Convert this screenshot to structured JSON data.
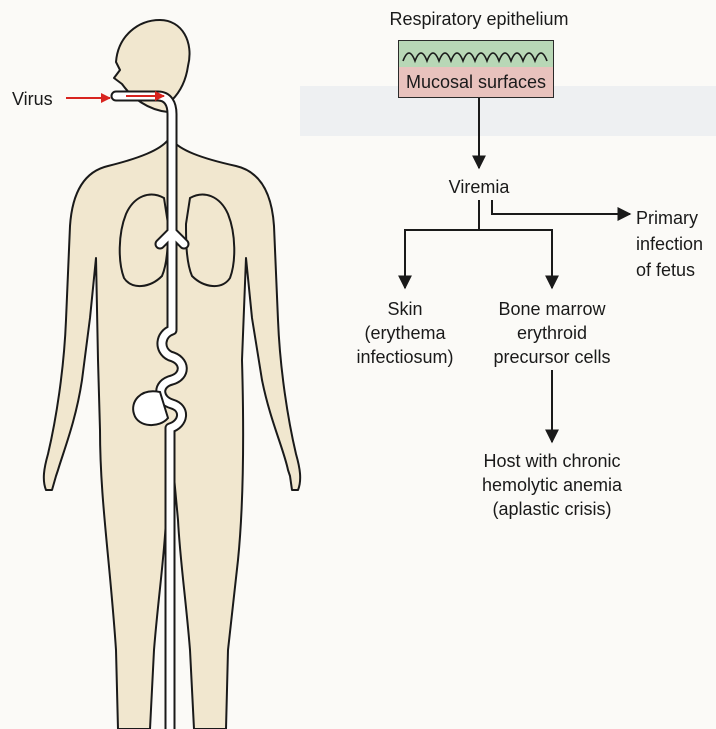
{
  "colors": {
    "body_fill": "#f1e7cf",
    "outline": "#1a1a1a",
    "tract": "#ffffff",
    "arrow_red": "#d8241f",
    "mucosa_top": "#b8d7b6",
    "mucosa_bottom": "#e8c2bd"
  },
  "labels": {
    "virus": "Virus",
    "epithelium": "Respiratory epithelium",
    "mucosa": "Mucosal surfaces",
    "viremia": "Viremia",
    "primary_1": "Primary",
    "primary_2": "infection",
    "primary_3": "of fetus",
    "skin_1": "Skin",
    "skin_2": "(erythema",
    "skin_3": "infectiosum)",
    "marrow_1": "Bone marrow",
    "marrow_2": "erythroid",
    "marrow_3": "precursor cells",
    "host_1": "Host with chronic",
    "host_2": "hemolytic anemia",
    "host_3": "(aplastic crisis)"
  }
}
